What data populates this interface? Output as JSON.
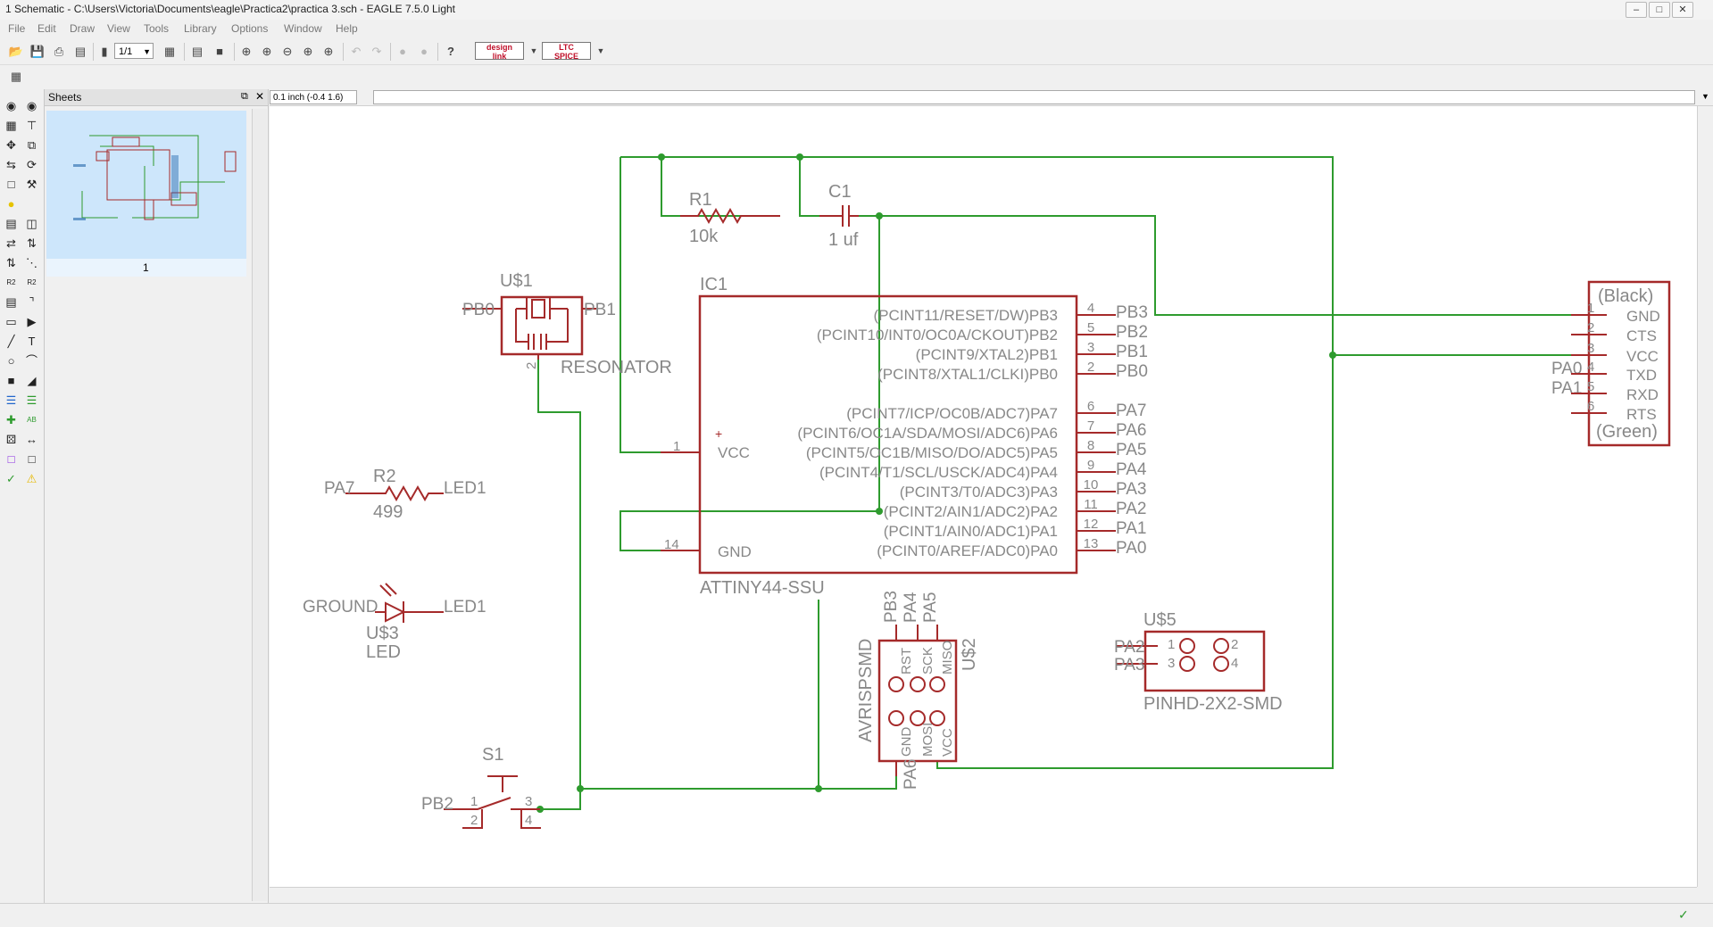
{
  "window": {
    "title": "1 Schematic - C:\\Users\\Victoria\\Documents\\eagle\\Practica2\\practica 3.sch - EAGLE 7.5.0 Light",
    "buttons": [
      "–",
      "□",
      "✕"
    ]
  },
  "menu": [
    "File",
    "Edit",
    "Draw",
    "View",
    "Tools",
    "Library",
    "Options",
    "Window",
    "Help"
  ],
  "toolbar": {
    "sheet_combo": "1/1",
    "help_icon": "?",
    "designlink": {
      "line1": "design",
      "line2": "link"
    },
    "ltspice": {
      "line1": "LTC",
      "line2": "SPICE"
    }
  },
  "sheets_panel": {
    "title": "Sheets",
    "sheet_number": "1"
  },
  "coord": {
    "value": "0.1 inch (-0.4 1.6)"
  },
  "colors": {
    "wire": "#2e9b2e",
    "symbol": "#a52a2a",
    "pin_text": "#808080",
    "thumb_bg": "#cde6fb"
  },
  "schematic": {
    "R1": {
      "name": "R1",
      "value": "10k"
    },
    "C1": {
      "name": "C1",
      "value": "1 uf"
    },
    "U1": {
      "name": "U$1",
      "value": "RESONATOR",
      "pin_left": "PB0",
      "pin_right": "PB1",
      "pin_num": "2"
    },
    "IC1": {
      "name": "IC1",
      "value": "ATTINY44-SSU",
      "left_pins": [
        {
          "num": "1",
          "label": "VCC"
        },
        {
          "num": "14",
          "label": "GND"
        }
      ],
      "right_pins": [
        {
          "label": "(PCINT11/RESET/DW)PB3",
          "num": "4",
          "net": "PB3"
        },
        {
          "label": "(PCINT10/INT0/OC0A/CKOUT)PB2",
          "num": "5",
          "net": "PB2"
        },
        {
          "label": "(PCINT9/XTAL2)PB1",
          "num": "3",
          "net": "PB1"
        },
        {
          "label": "(PCINT8/XTAL1/CLKI)PB0",
          "num": "2",
          "net": "PB0"
        },
        {
          "label": "(PCINT7/ICP/OC0B/ADC7)PA7",
          "num": "6",
          "net": "PA7"
        },
        {
          "label": "(PCINT6/OC1A/SDA/MOSI/ADC6)PA6",
          "num": "7",
          "net": "PA6"
        },
        {
          "label": "(PCINT5/OC1B/MISO/DO/ADC5)PA5",
          "num": "8",
          "net": "PA5"
        },
        {
          "label": "(PCINT4/T1/SCL/USCK/ADC4)PA4",
          "num": "9",
          "net": "PA4"
        },
        {
          "label": "(PCINT3/T0/ADC3)PA3",
          "num": "10",
          "net": "PA3"
        },
        {
          "label": "(PCINT2/AIN1/ADC2)PA2",
          "num": "11",
          "net": "PA2"
        },
        {
          "label": "(PCINT1/AIN0/ADC1)PA1",
          "num": "12",
          "net": "PA1"
        },
        {
          "label": "(PCINT0/AREF/ADC0)PA0",
          "num": "13",
          "net": "PA0"
        }
      ]
    },
    "R2": {
      "name": "R2",
      "value": "499",
      "net_left": "PA7",
      "net_right": "LED1"
    },
    "U3": {
      "name": "U$3",
      "value": "LED",
      "net_left": "GROUND",
      "net_right": "LED1"
    },
    "S1": {
      "name": "S1",
      "net": "PB2",
      "pins": [
        "1",
        "2",
        "3",
        "4"
      ]
    },
    "U2": {
      "name": "U$2",
      "value": "AVRISPSMD",
      "top_nets": [
        "PB3",
        "PA4",
        "PA5"
      ],
      "bottom_net": "PA6",
      "pin_labels_top": [
        "RST",
        "SCK",
        "MISO"
      ],
      "pin_labels_bottom": [
        "GND",
        "MOSI",
        "VCC"
      ]
    },
    "U5": {
      "name": "U$5",
      "value": "PINHD-2X2-SMD",
      "nets": [
        "PA2",
        "PA3"
      ],
      "pins": [
        "1",
        "2",
        "3",
        "4"
      ]
    },
    "FTDI": {
      "top": "(Black)",
      "bottom": "(Green)",
      "pins": [
        {
          "num": "1",
          "label": "GND"
        },
        {
          "num": "2",
          "label": "CTS"
        },
        {
          "num": "3",
          "label": "VCC"
        },
        {
          "num": "4",
          "label": "TXD"
        },
        {
          "num": "5",
          "label": "RXD"
        },
        {
          "num": "6",
          "label": "RTS"
        }
      ],
      "nets": [
        "PA0",
        "PA1"
      ]
    }
  }
}
